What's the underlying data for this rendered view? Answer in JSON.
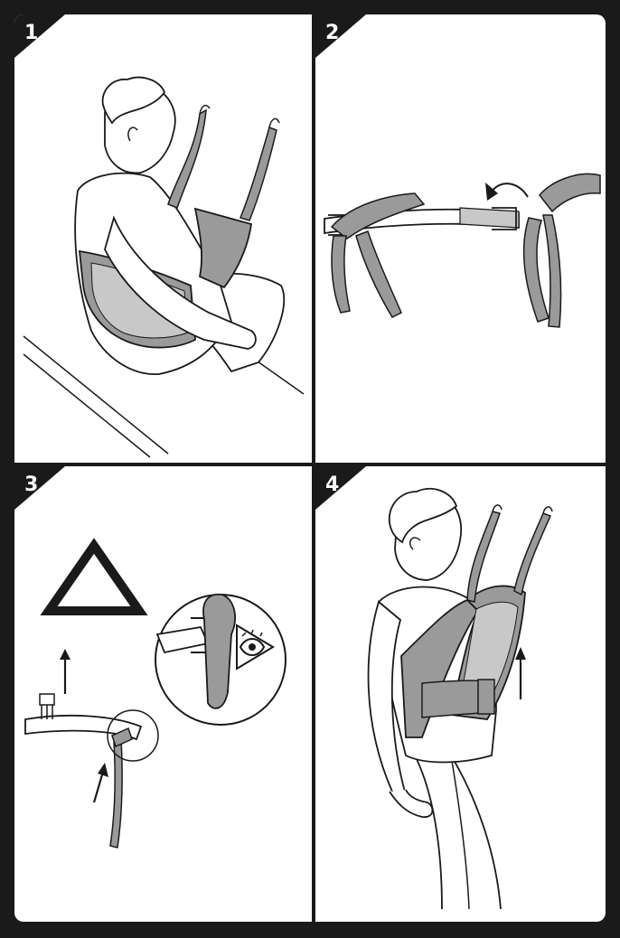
{
  "steps": [
    {
      "number": "1"
    },
    {
      "number": "2"
    },
    {
      "number": "3"
    },
    {
      "number": "4"
    }
  ],
  "icons": {
    "warning": "warning-triangle-icon",
    "inspect": "eye-inspect-icon",
    "lift": "up-arrow-icon"
  },
  "colors": {
    "frame": "#1a1a1a",
    "panel": "#ffffff",
    "sling_fill": "#9a9a9a",
    "sling_light": "#c8c8c8",
    "line": "#1a1a1a"
  }
}
